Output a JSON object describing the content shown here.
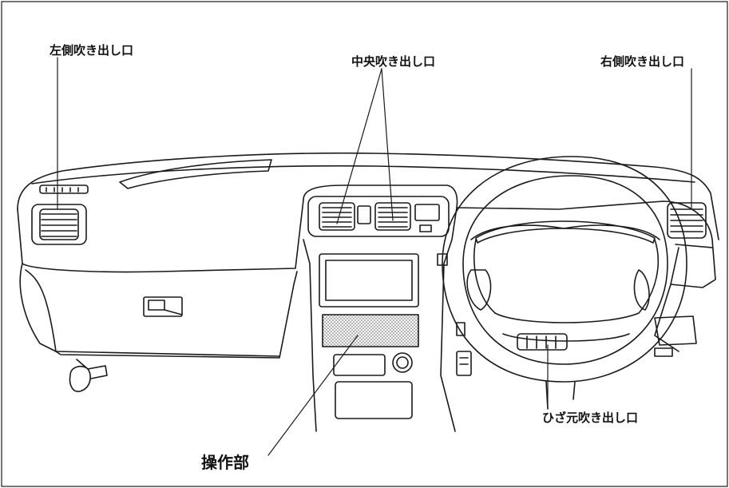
{
  "labels": {
    "left_vent": "左側吹き出し口",
    "center_vent": "中央吹き出し口",
    "right_vent": "右側吹き出し口",
    "knee_vent": "ひざ元吹き出し口",
    "control_panel": "操作部"
  },
  "colors": {
    "line": "#1a1a1a",
    "background": "#ffffff",
    "hatch": "#555555"
  }
}
